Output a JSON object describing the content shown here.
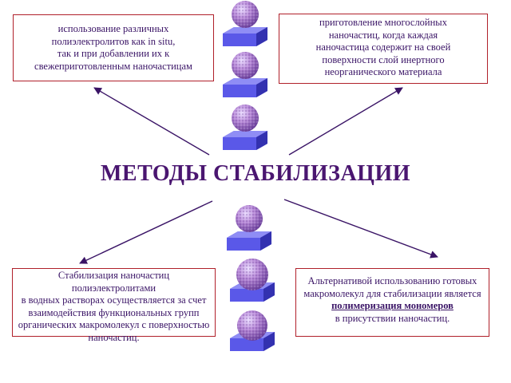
{
  "title": "МЕТОДЫ СТАБИЛИЗАЦИИ",
  "boxes": {
    "top_left": {
      "lines": [
        "использование различных",
        "полиэлектролитов как in situ,",
        "так и при добавлении их к",
        "свежеприготовленным наночастицам"
      ]
    },
    "top_right": {
      "lines": [
        "приготовление многослойных",
        "наночастиц, когда каждая",
        "наночастица содержит на своей",
        "поверхности слой инертного",
        "неорганического материала"
      ]
    },
    "bottom_left": {
      "lines": [
        "Стабилизация наночастиц",
        "полиэлектролитами",
        "в водных растворах осуществляется за счет",
        "взаимодействия функциональных групп",
        "органических макромолекул с поверхностью",
        "наночастиц."
      ]
    },
    "bottom_right": {
      "line1": "Альтернативой использованию готовых",
      "line2": "макромолекул для стабилизации является",
      "emphasis": "полимеризация мономеров",
      "line4": "в присутствии наночастиц."
    }
  },
  "colors": {
    "title": "#4a1670",
    "text": "#3a1466",
    "box_border": "#b0202a",
    "arrow": "#3a1466",
    "substrate": "#5a58e8",
    "particle": "#b88ad8"
  },
  "icons": [
    "particle-on-substrate-icon"
  ]
}
